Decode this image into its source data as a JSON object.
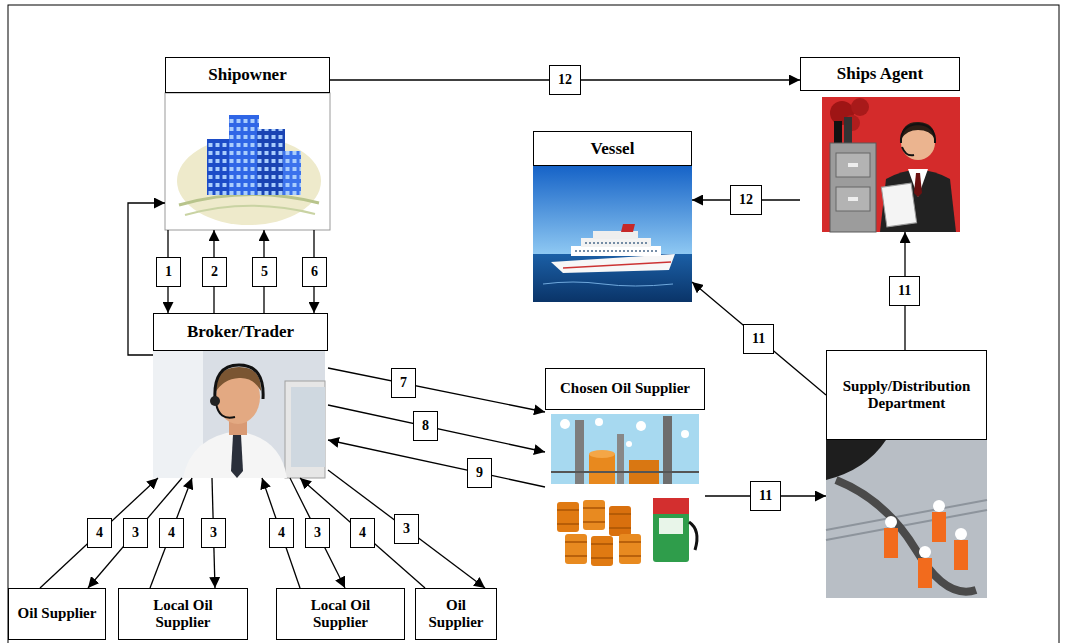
{
  "diagram": {
    "nodes": [
      {
        "text": [
          "Shipowner"
        ]
      },
      {
        "text": [
          "Ships Agent"
        ]
      },
      {
        "text": [
          "Vessel"
        ]
      },
      {
        "text": [
          "Broker/Trader"
        ]
      },
      {
        "text": [
          "Chosen Oil Supplier"
        ]
      },
      {
        "text": [
          "Supply/Distribution Department"
        ]
      },
      {
        "text": [
          "Oil Supplier"
        ]
      },
      {
        "text": [
          "Local Oil Supplier"
        ]
      },
      {
        "text": [
          "Local Oil Supplier"
        ]
      },
      {
        "text": [
          "Oil Supplier"
        ]
      }
    ],
    "edges": [
      {
        "from": 0,
        "to": 3,
        "label": "1",
        "arrow": "to"
      },
      {
        "from": 3,
        "to": 0,
        "label": "2",
        "arrow": "to"
      },
      {
        "from": 3,
        "to": 0,
        "label": "5",
        "arrow": "to"
      },
      {
        "from": 0,
        "to": 3,
        "label": "6",
        "arrow": "to"
      },
      {
        "from": 3,
        "to": 0,
        "arrow": "to"
      },
      {
        "from": 0,
        "to": 1,
        "label": "12",
        "arrow": "to"
      },
      {
        "from": 1,
        "to": 2,
        "label": "12",
        "arrow": "to"
      },
      {
        "from": 5,
        "to": 1,
        "label": "11",
        "arrow": "to"
      },
      {
        "from": 5,
        "to": 2,
        "label": "11",
        "arrow": "to"
      },
      {
        "from": 4,
        "to": 5,
        "label": "11",
        "arrow": "to"
      },
      {
        "from": 3,
        "to": 4,
        "label": "7",
        "arrow": "to"
      },
      {
        "from": 3,
        "to": 4,
        "label": "8",
        "arrow": "to"
      },
      {
        "from": 4,
        "to": 3,
        "label": "9",
        "arrow": "to"
      },
      {
        "from": 6,
        "to": 3,
        "label": "4",
        "arrow": "to"
      },
      {
        "from": 3,
        "to": 6,
        "label": "3",
        "arrow": "to"
      },
      {
        "from": 7,
        "to": 3,
        "label": "4",
        "arrow": "to"
      },
      {
        "from": 3,
        "to": 7,
        "label": "3",
        "arrow": "to"
      },
      {
        "from": 8,
        "to": 3,
        "label": "4",
        "arrow": "to"
      },
      {
        "from": 3,
        "to": 8,
        "label": "3",
        "arrow": "to"
      },
      {
        "from": 9,
        "to": 3,
        "label": "4",
        "arrow": "to"
      },
      {
        "from": 3,
        "to": 9,
        "label": "3",
        "arrow": "to"
      }
    ]
  }
}
